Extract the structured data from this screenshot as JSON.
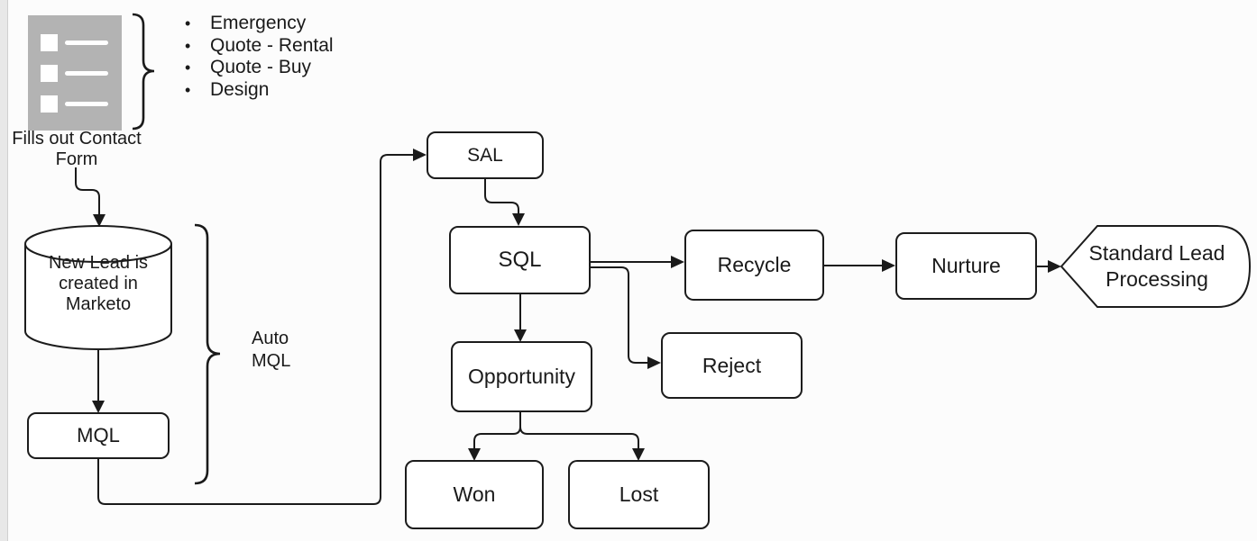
{
  "trigger": {
    "caption": "Fills out Contact Form",
    "bullets": [
      "Emergency",
      "Quote - Rental",
      "Quote - Buy",
      "Design"
    ]
  },
  "annotations": {
    "auto_mql": "Auto MQL"
  },
  "nodes": {
    "new_lead": "New Lead is created in Marketo",
    "mql": "MQL",
    "sal": "SAL",
    "sql": "SQL",
    "opportunity": "Opportunity",
    "won": "Won",
    "lost": "Lost",
    "recycle": "Recycle",
    "reject": "Reject",
    "nurture": "Nurture",
    "standard_lead_processing": "Standard Lead Processing"
  },
  "icons": {
    "contact_form": "checklist-document-icon"
  },
  "colors": {
    "line": "#1a1a1a",
    "node_fill": "#ffffff",
    "node_border": "#1c1c1c",
    "icon_gray": "#b3b3b3",
    "canvas_bg": "#fcfcfc",
    "gutter": "#e8e8e8"
  }
}
